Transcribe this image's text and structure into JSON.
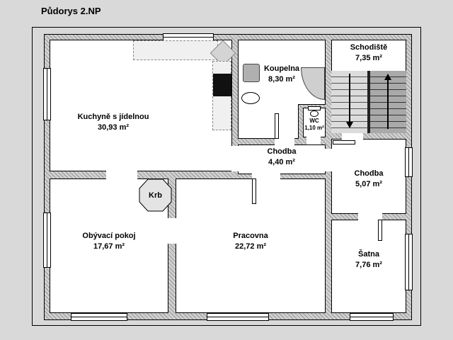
{
  "page": {
    "title": "Půdorys 2.NP"
  },
  "rooms": [
    {
      "name": "Kuchyně s jídelnou",
      "area": "30,93 m²"
    },
    {
      "name": "Koupelna",
      "area": "8,30 m²"
    },
    {
      "name": "WC",
      "area": "1,10 m²"
    },
    {
      "name": "Schodiště",
      "area": "7,35 m²"
    },
    {
      "name": "Chodba",
      "area": "4,40 m²"
    },
    {
      "name": "Chodba",
      "area": "5,07 m²"
    },
    {
      "name": "Obývací pokoj",
      "area": "17,67 m²"
    },
    {
      "name": "Pracovna",
      "area": "22,72 m²"
    },
    {
      "name": "Šatna",
      "area": "7,76 m²"
    }
  ],
  "features": {
    "fireplace": "Krb"
  },
  "colors": {
    "background": "#d9d9d9",
    "room_fill": "#ffffff",
    "wall_line": "#000000",
    "wall_hatch": "#969696",
    "counter_fill": "#f0f0f0",
    "stair_fill": "#a9a9a9",
    "cooktop": "#111111"
  }
}
